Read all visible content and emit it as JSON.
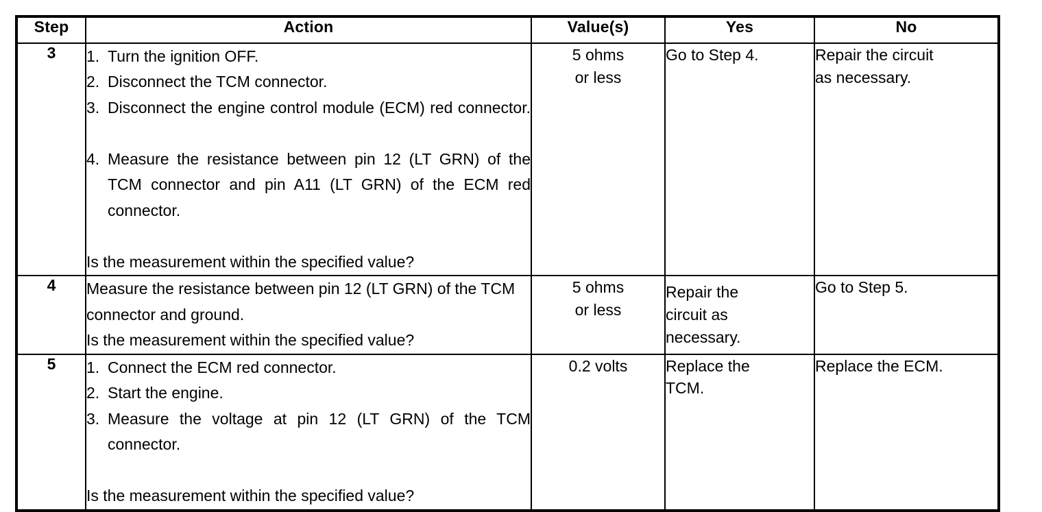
{
  "table": {
    "columns": [
      "Step",
      "Action",
      "Value(s)",
      "Yes",
      "No"
    ],
    "rows": [
      {
        "step": "3",
        "action": {
          "items": [
            {
              "num": "1.",
              "text": "Turn the ignition OFF.",
              "justified": false
            },
            {
              "num": "2.",
              "text": "Disconnect the TCM connector.",
              "justified": false
            },
            {
              "num": "3.",
              "text": "Disconnect the engine control module (ECM) red connector.",
              "justified": true
            },
            {
              "num": "4.",
              "text": "Measure the resistance between pin 12 (LT GRN) of the TCM connector and pin A11 (LT GRN) of the ECM red connector.",
              "justified": true
            }
          ],
          "question": "Is the measurement within the specified value?"
        },
        "value_lines": [
          "5 ohms",
          "or less"
        ],
        "yes_lines": [
          "Go to Step 4."
        ],
        "no_lines": [
          "Repair the circuit",
          "as necessary."
        ],
        "yes_full_height": false,
        "no_full_height": false
      },
      {
        "step": "4",
        "action": {
          "items": [
            {
              "num": "",
              "text": "Measure the resistance between pin 12 (LT GRN) of the TCM connector and ground.",
              "justified": false
            }
          ],
          "question": "Is the measurement within the specified value?"
        },
        "value_lines": [
          "5 ohms",
          "or less"
        ],
        "yes_lines": [
          "Repair the",
          "circuit as",
          "necessary."
        ],
        "no_lines": [
          "Go to Step 5."
        ],
        "yes_full_height": true,
        "no_full_height": false
      },
      {
        "step": "5",
        "action": {
          "items": [
            {
              "num": "1.",
              "text": "Connect the ECM red connector.",
              "justified": false
            },
            {
              "num": "2.",
              "text": "Start the engine.",
              "justified": false
            },
            {
              "num": "3.",
              "text": "Measure the voltage at pin 12 (LT GRN) of the TCM connector.",
              "justified": true
            }
          ],
          "question": "Is the measurement within the specified value?"
        },
        "value_lines": [
          "0.2 volts"
        ],
        "yes_lines": [
          "Replace the",
          "TCM."
        ],
        "no_lines": [
          "Replace the ECM."
        ],
        "yes_full_height": false,
        "no_full_height": false
      }
    ]
  },
  "colors": {
    "background": "#ffffff",
    "text": "#000000",
    "border": "#000000"
  }
}
